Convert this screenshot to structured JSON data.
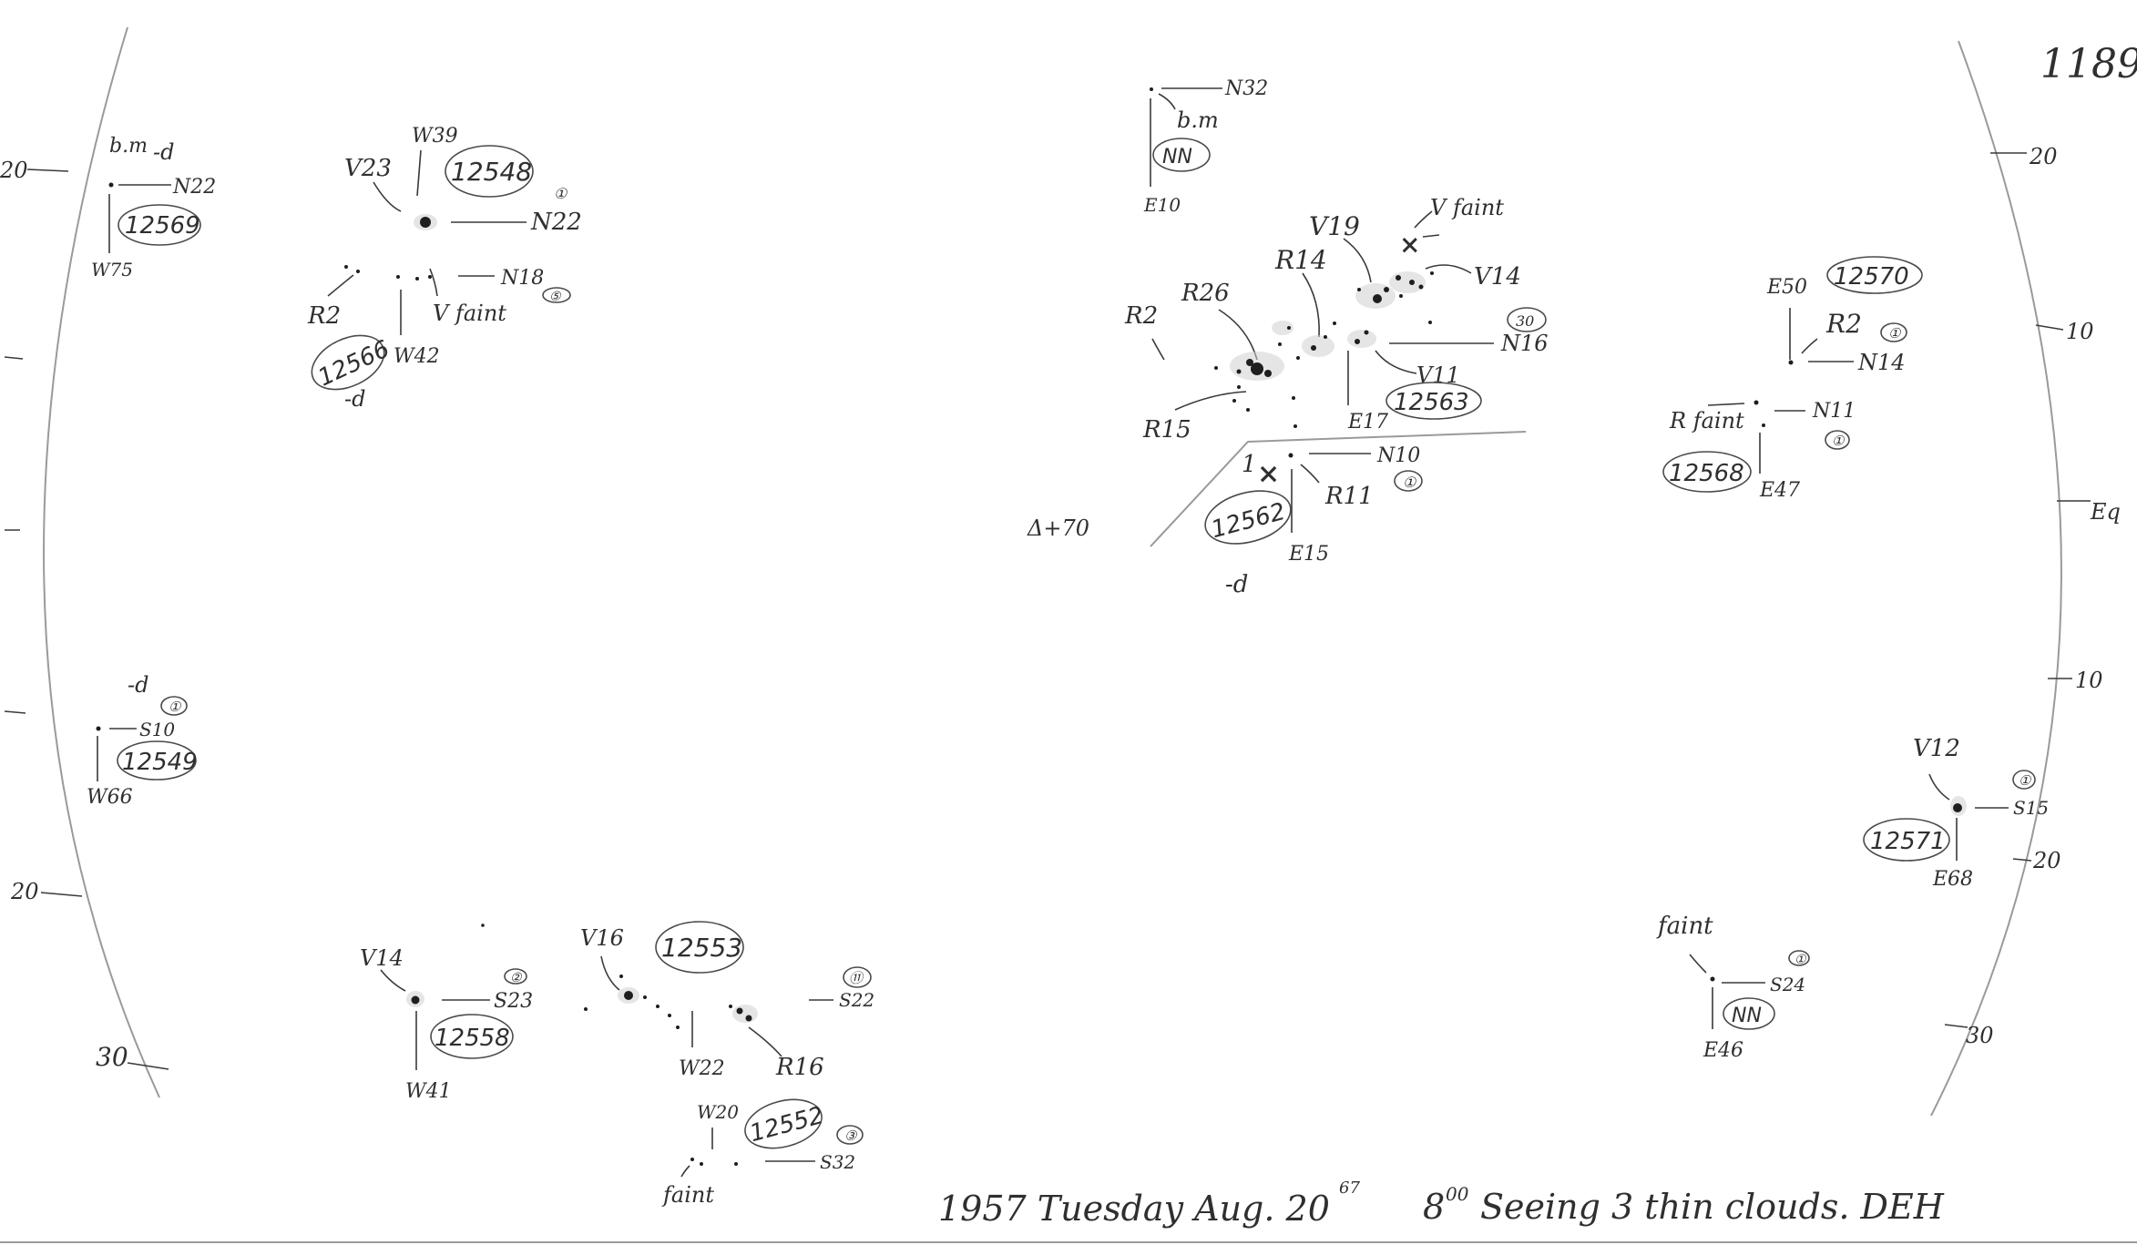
{
  "sheet": {
    "page_number": "1189",
    "caption": "1957 Tuesday Aug. 20",
    "caption_sup": "67",
    "caption_time": "8",
    "caption_time_sup": "00",
    "caption_rest": "Seeing 3   thin clouds. DEH",
    "delta_label": "Δ+70"
  },
  "limb_ticks": {
    "left": [
      "20",
      "20",
      "30"
    ],
    "right": [
      "20",
      "10",
      "Eq",
      "10",
      "20",
      "30"
    ]
  },
  "groups": [
    {
      "id": "12569",
      "number": "12569",
      "labels": [
        "b.m",
        "-d",
        "N22",
        "W75"
      ]
    },
    {
      "id": "12548",
      "number": "12548",
      "labels": [
        "W39",
        "V23",
        "N22",
        "①"
      ]
    },
    {
      "id": "12566",
      "number": "12566",
      "labels": [
        "R2",
        "V faint",
        "N18",
        "W42",
        "-d",
        "⑤"
      ]
    },
    {
      "id": "nn-top",
      "number": "NN",
      "labels": [
        "N32",
        "b.m",
        "E10"
      ]
    },
    {
      "id": "12563",
      "number": "12563",
      "labels": [
        "V faint",
        "V19",
        "R14",
        "V14",
        "R26",
        "R2",
        "30",
        "N16",
        "V11",
        "E17",
        "R15"
      ]
    },
    {
      "id": "12562",
      "number": "12562",
      "labels": [
        "N10",
        "R11",
        "①",
        "E15",
        "-d"
      ]
    },
    {
      "id": "12570",
      "number": "12570",
      "labels": [
        "E50",
        "R2",
        "①",
        "N14"
      ]
    },
    {
      "id": "12568",
      "number": "12568",
      "labels": [
        "R faint",
        "N11",
        "①",
        "E47"
      ]
    },
    {
      "id": "12549",
      "number": "12549",
      "labels": [
        "-d",
        "①",
        "S10",
        "W66"
      ]
    },
    {
      "id": "12571",
      "number": "12571",
      "labels": [
        "V12",
        "①",
        "S15",
        "E68"
      ]
    },
    {
      "id": "12558",
      "number": "12558",
      "labels": [
        "V14",
        "②",
        "S23",
        "W41"
      ]
    },
    {
      "id": "12553",
      "number": "12553",
      "labels": [
        "V16",
        "⑪",
        "S22",
        "W22",
        "R16"
      ]
    },
    {
      "id": "12552",
      "number": "12552",
      "labels": [
        "W20",
        "③",
        "S32",
        "faint"
      ]
    },
    {
      "id": "nn-bottom",
      "number": "NN",
      "labels": [
        "faint",
        "①",
        "S24",
        "E46"
      ]
    }
  ]
}
